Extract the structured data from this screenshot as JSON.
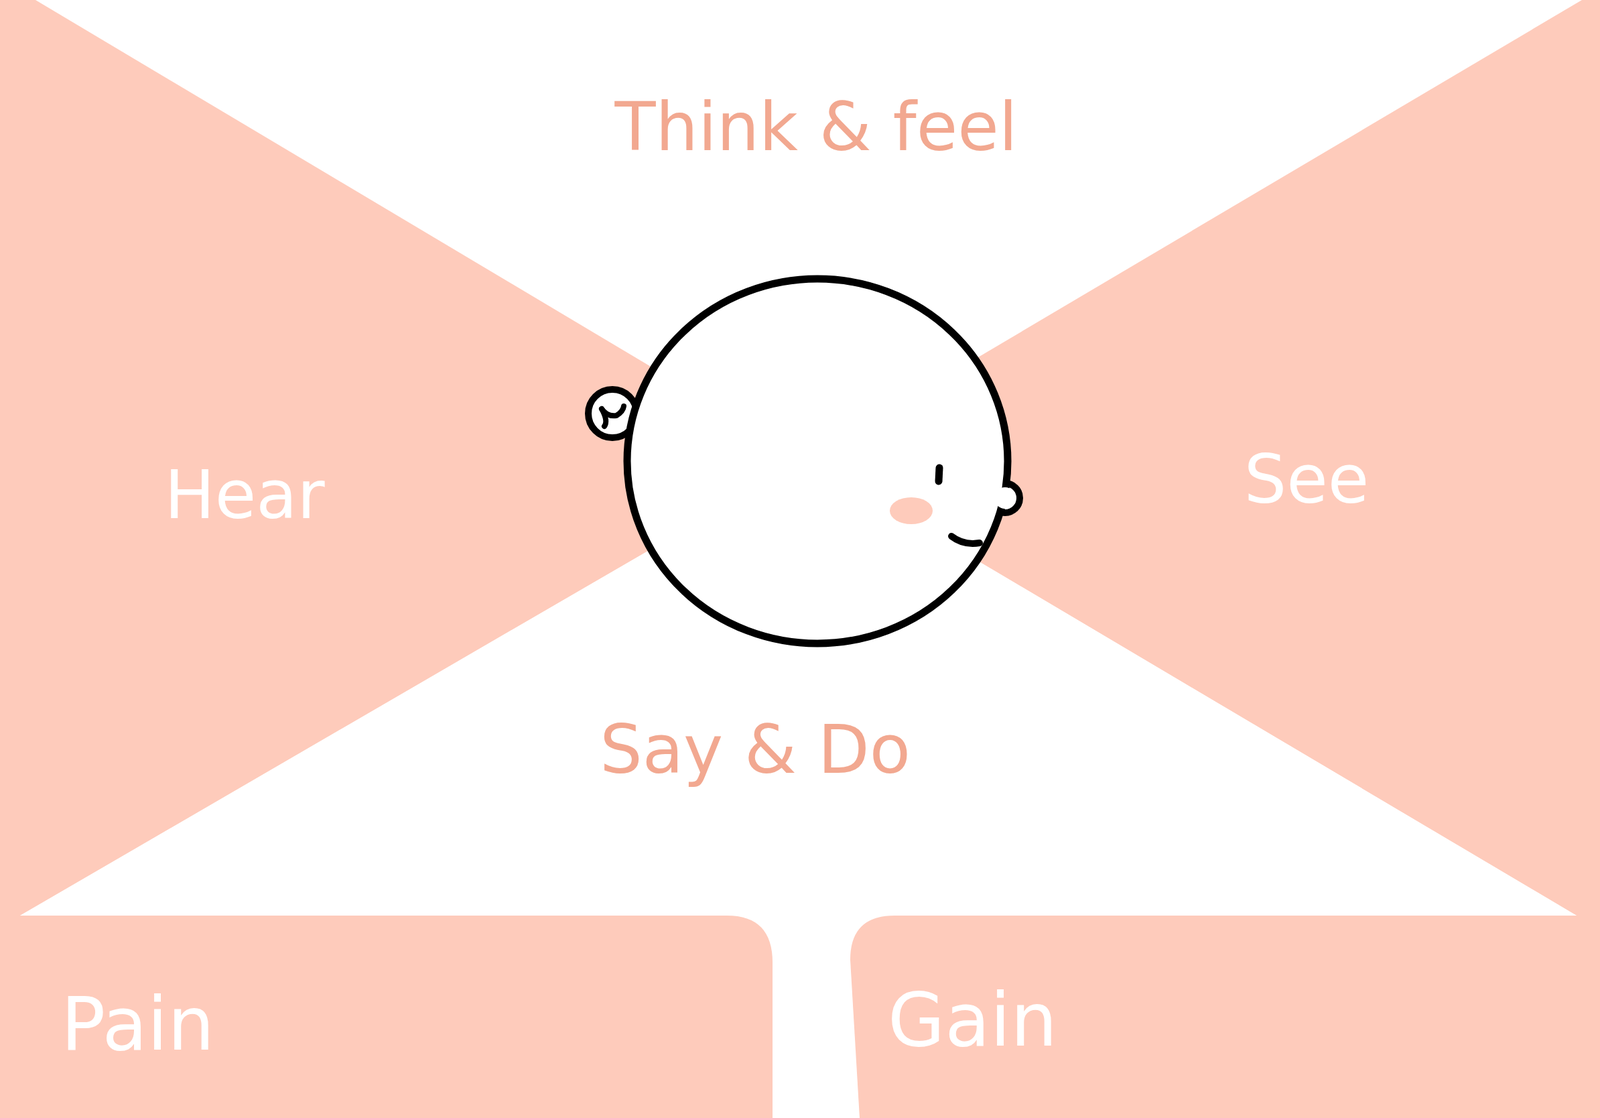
{
  "diagram": {
    "nodes": [
      {
        "text": [
          "Think & feel"
        ]
      },
      {
        "text": [
          "Hear"
        ]
      },
      {
        "text": [
          "See"
        ]
      },
      {
        "text": [
          "Say & Do"
        ]
      },
      {
        "text": [
          "Pain"
        ]
      },
      {
        "text": [
          "Gain"
        ]
      }
    ]
  }
}
